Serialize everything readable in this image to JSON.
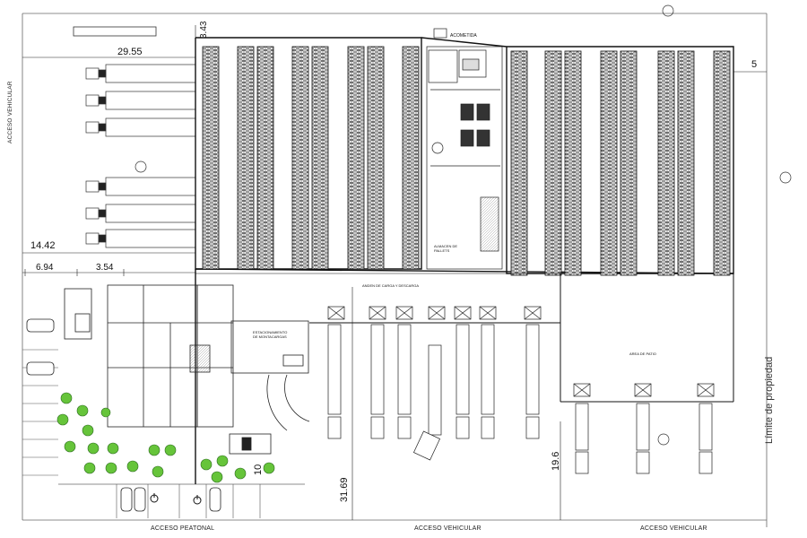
{
  "dimensions": {
    "d_29_55": "29.55",
    "d_3_43": "3.43",
    "d_5": "5",
    "d_14_42": "14.42",
    "d_6_94": "6.94",
    "d_3_54": "3.54",
    "d_31_69": "31.69",
    "d_19_6": "19.6",
    "d_10": "10"
  },
  "labels": {
    "acometida": "ACOMETIDA",
    "acceso_vehicular_left": "ACCESO VEHICULAR",
    "acceso_vehicular_bottom_1": "ACCESO VEHICULAR",
    "acceso_vehicular_bottom_2": "ACCESO VEHICULAR",
    "acceso_peatonal": "ACCESO PEATONAL",
    "limite_propiedad": "Límite de propiedad",
    "estacionamiento": "ESTACIONAMIENTO DE MONTACARGAS",
    "anden": "ANDEN DE CARGA Y DESCARGA",
    "area_patio": "AREA DE PATIO",
    "almacen_pallets": "ALMACEN DE PALLETS"
  }
}
